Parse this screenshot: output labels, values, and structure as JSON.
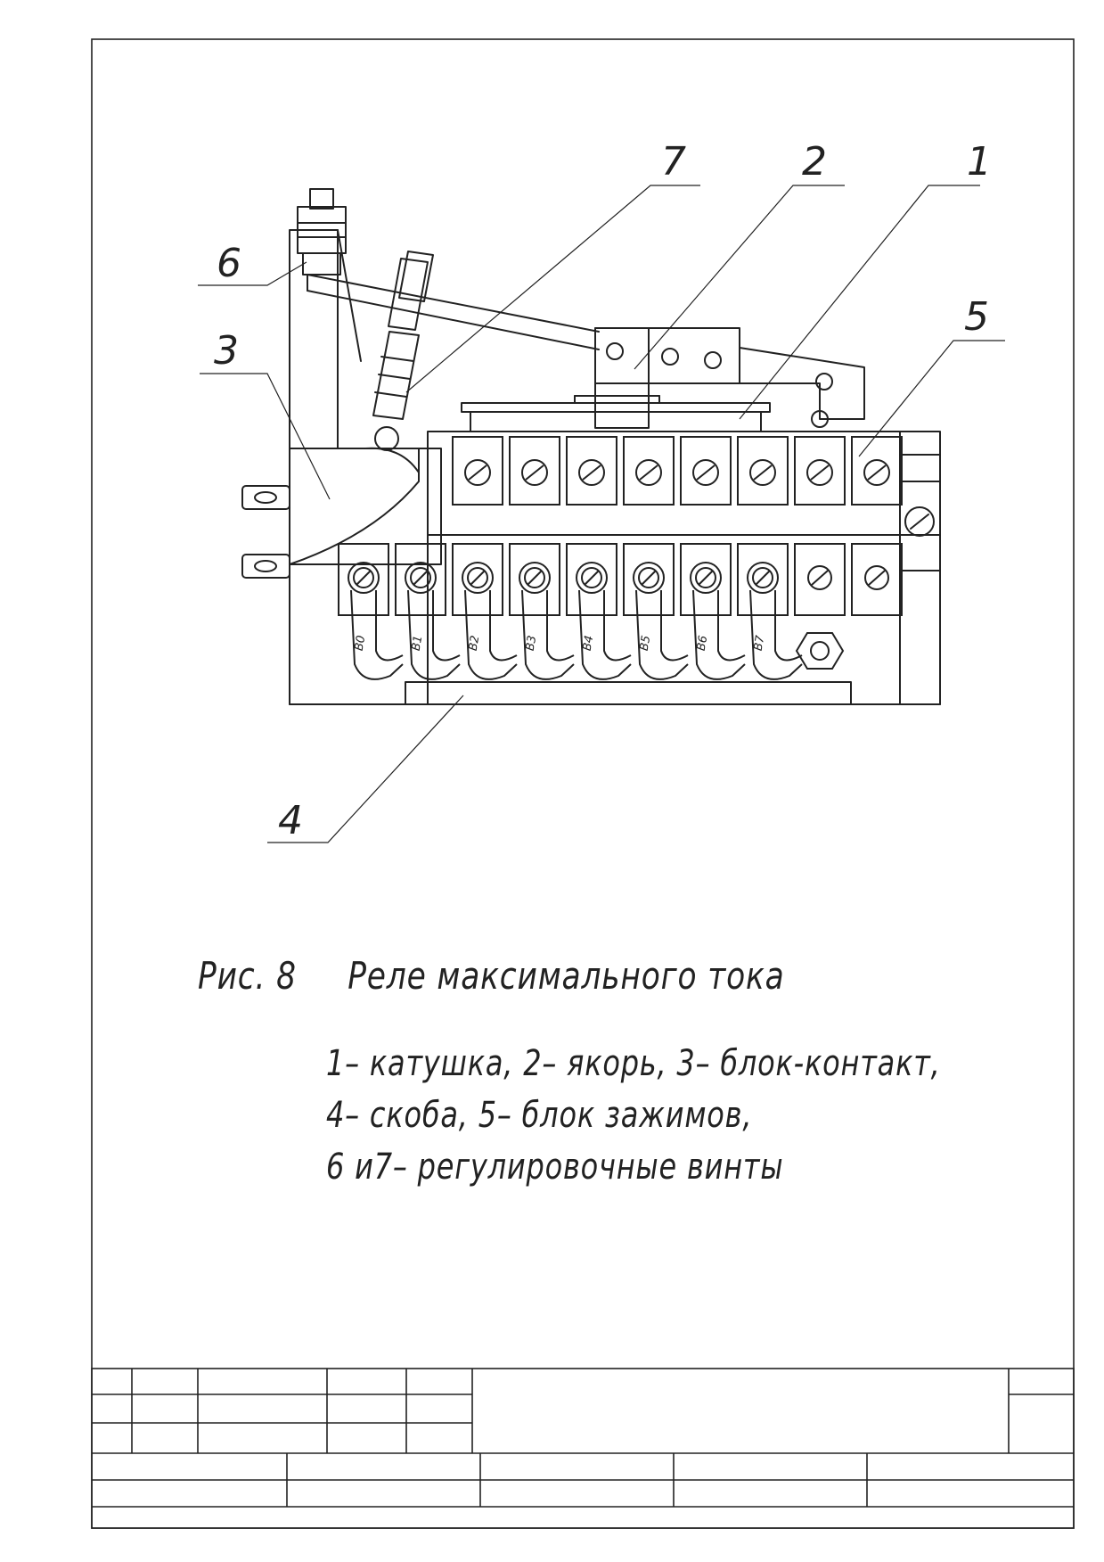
{
  "callouts": [
    "1",
    "2",
    "3",
    "4",
    "5",
    "6",
    "7"
  ],
  "terminal_labels": [
    "В0",
    "В1",
    "В2",
    "В3",
    "В4",
    "В5",
    "В6",
    "В7"
  ],
  "figure_caption": {
    "number": "Рис. 8",
    "title": "Реле максимального тока"
  },
  "legend": [
    "1– катушка, 2– якорь, 3– блок-контакт,",
    "4– скоба, 5– блок зажимов,",
    "6 и7– регулировочные винты"
  ]
}
